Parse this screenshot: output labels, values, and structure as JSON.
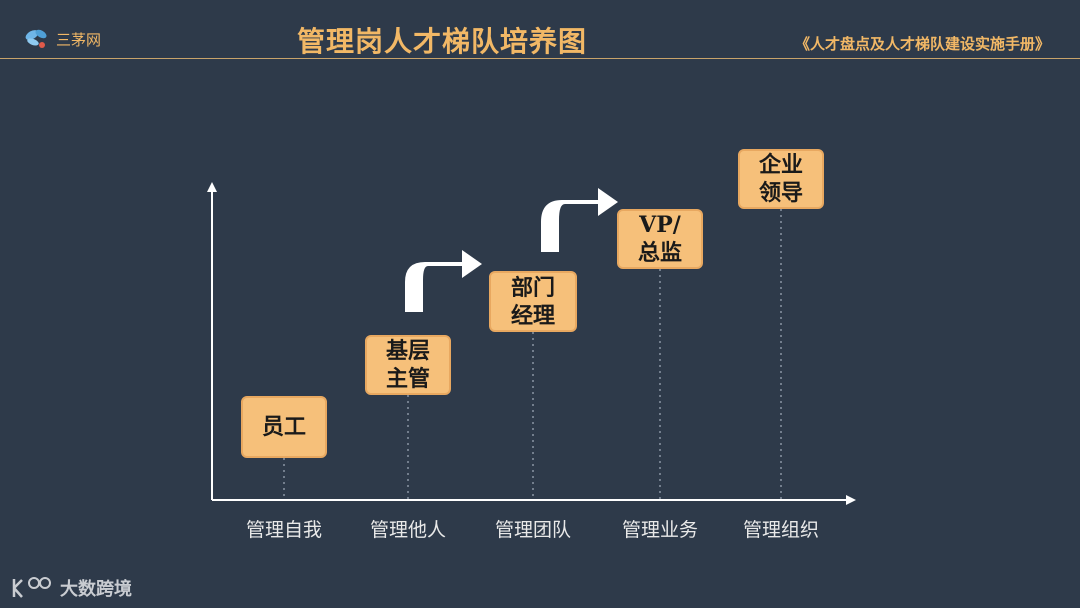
{
  "header": {
    "logo_text": "三茅网",
    "title": "管理岗人才梯队培养图",
    "source": "《人才盘点及人才梯队建设实施手册》"
  },
  "levels": [
    {
      "line1": "员工",
      "line2": ""
    },
    {
      "line1": "基层",
      "line2": "主管"
    },
    {
      "line1": "部门",
      "line2": "经理"
    },
    {
      "line1": "VP/",
      "line2": "总监"
    },
    {
      "line1": "企业",
      "line2": "领导"
    }
  ],
  "categories": [
    "管理自我",
    "管理他人",
    "管理团队",
    "管理业务",
    "管理组织"
  ],
  "watermark": "大数跨境",
  "colors": {
    "background": "#2e3a4a",
    "accent": "#f2b866",
    "box_fill": "#f6c07a",
    "axis": "#ffffff"
  },
  "icons": [
    "dragonfly-logo-icon",
    "growth-arrow-icon",
    "brand-watermark-icon"
  ]
}
